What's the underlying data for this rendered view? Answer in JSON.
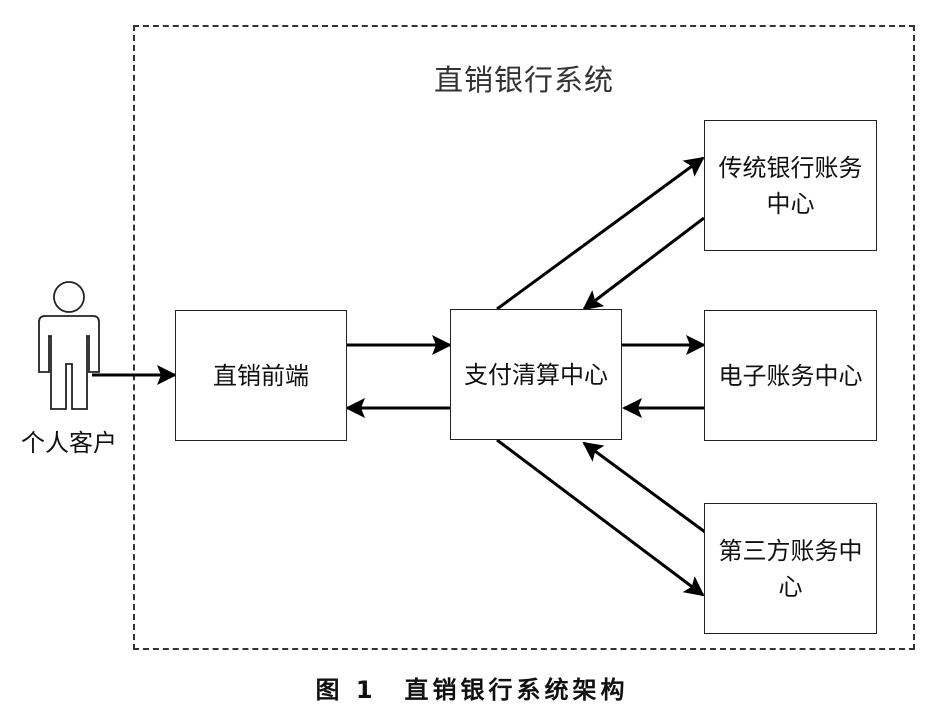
{
  "system": {
    "title": "直销银行系统"
  },
  "actor": {
    "label": "个人客户",
    "icon": "person-icon"
  },
  "nodes": {
    "frontend": "直销前端",
    "clearing": "支付清算中心",
    "traditional": "传统银行账务中心",
    "electronic": "电子账务中心",
    "third_party": "第三方账务中心"
  },
  "caption": "图 1　直销银行系统架构"
}
